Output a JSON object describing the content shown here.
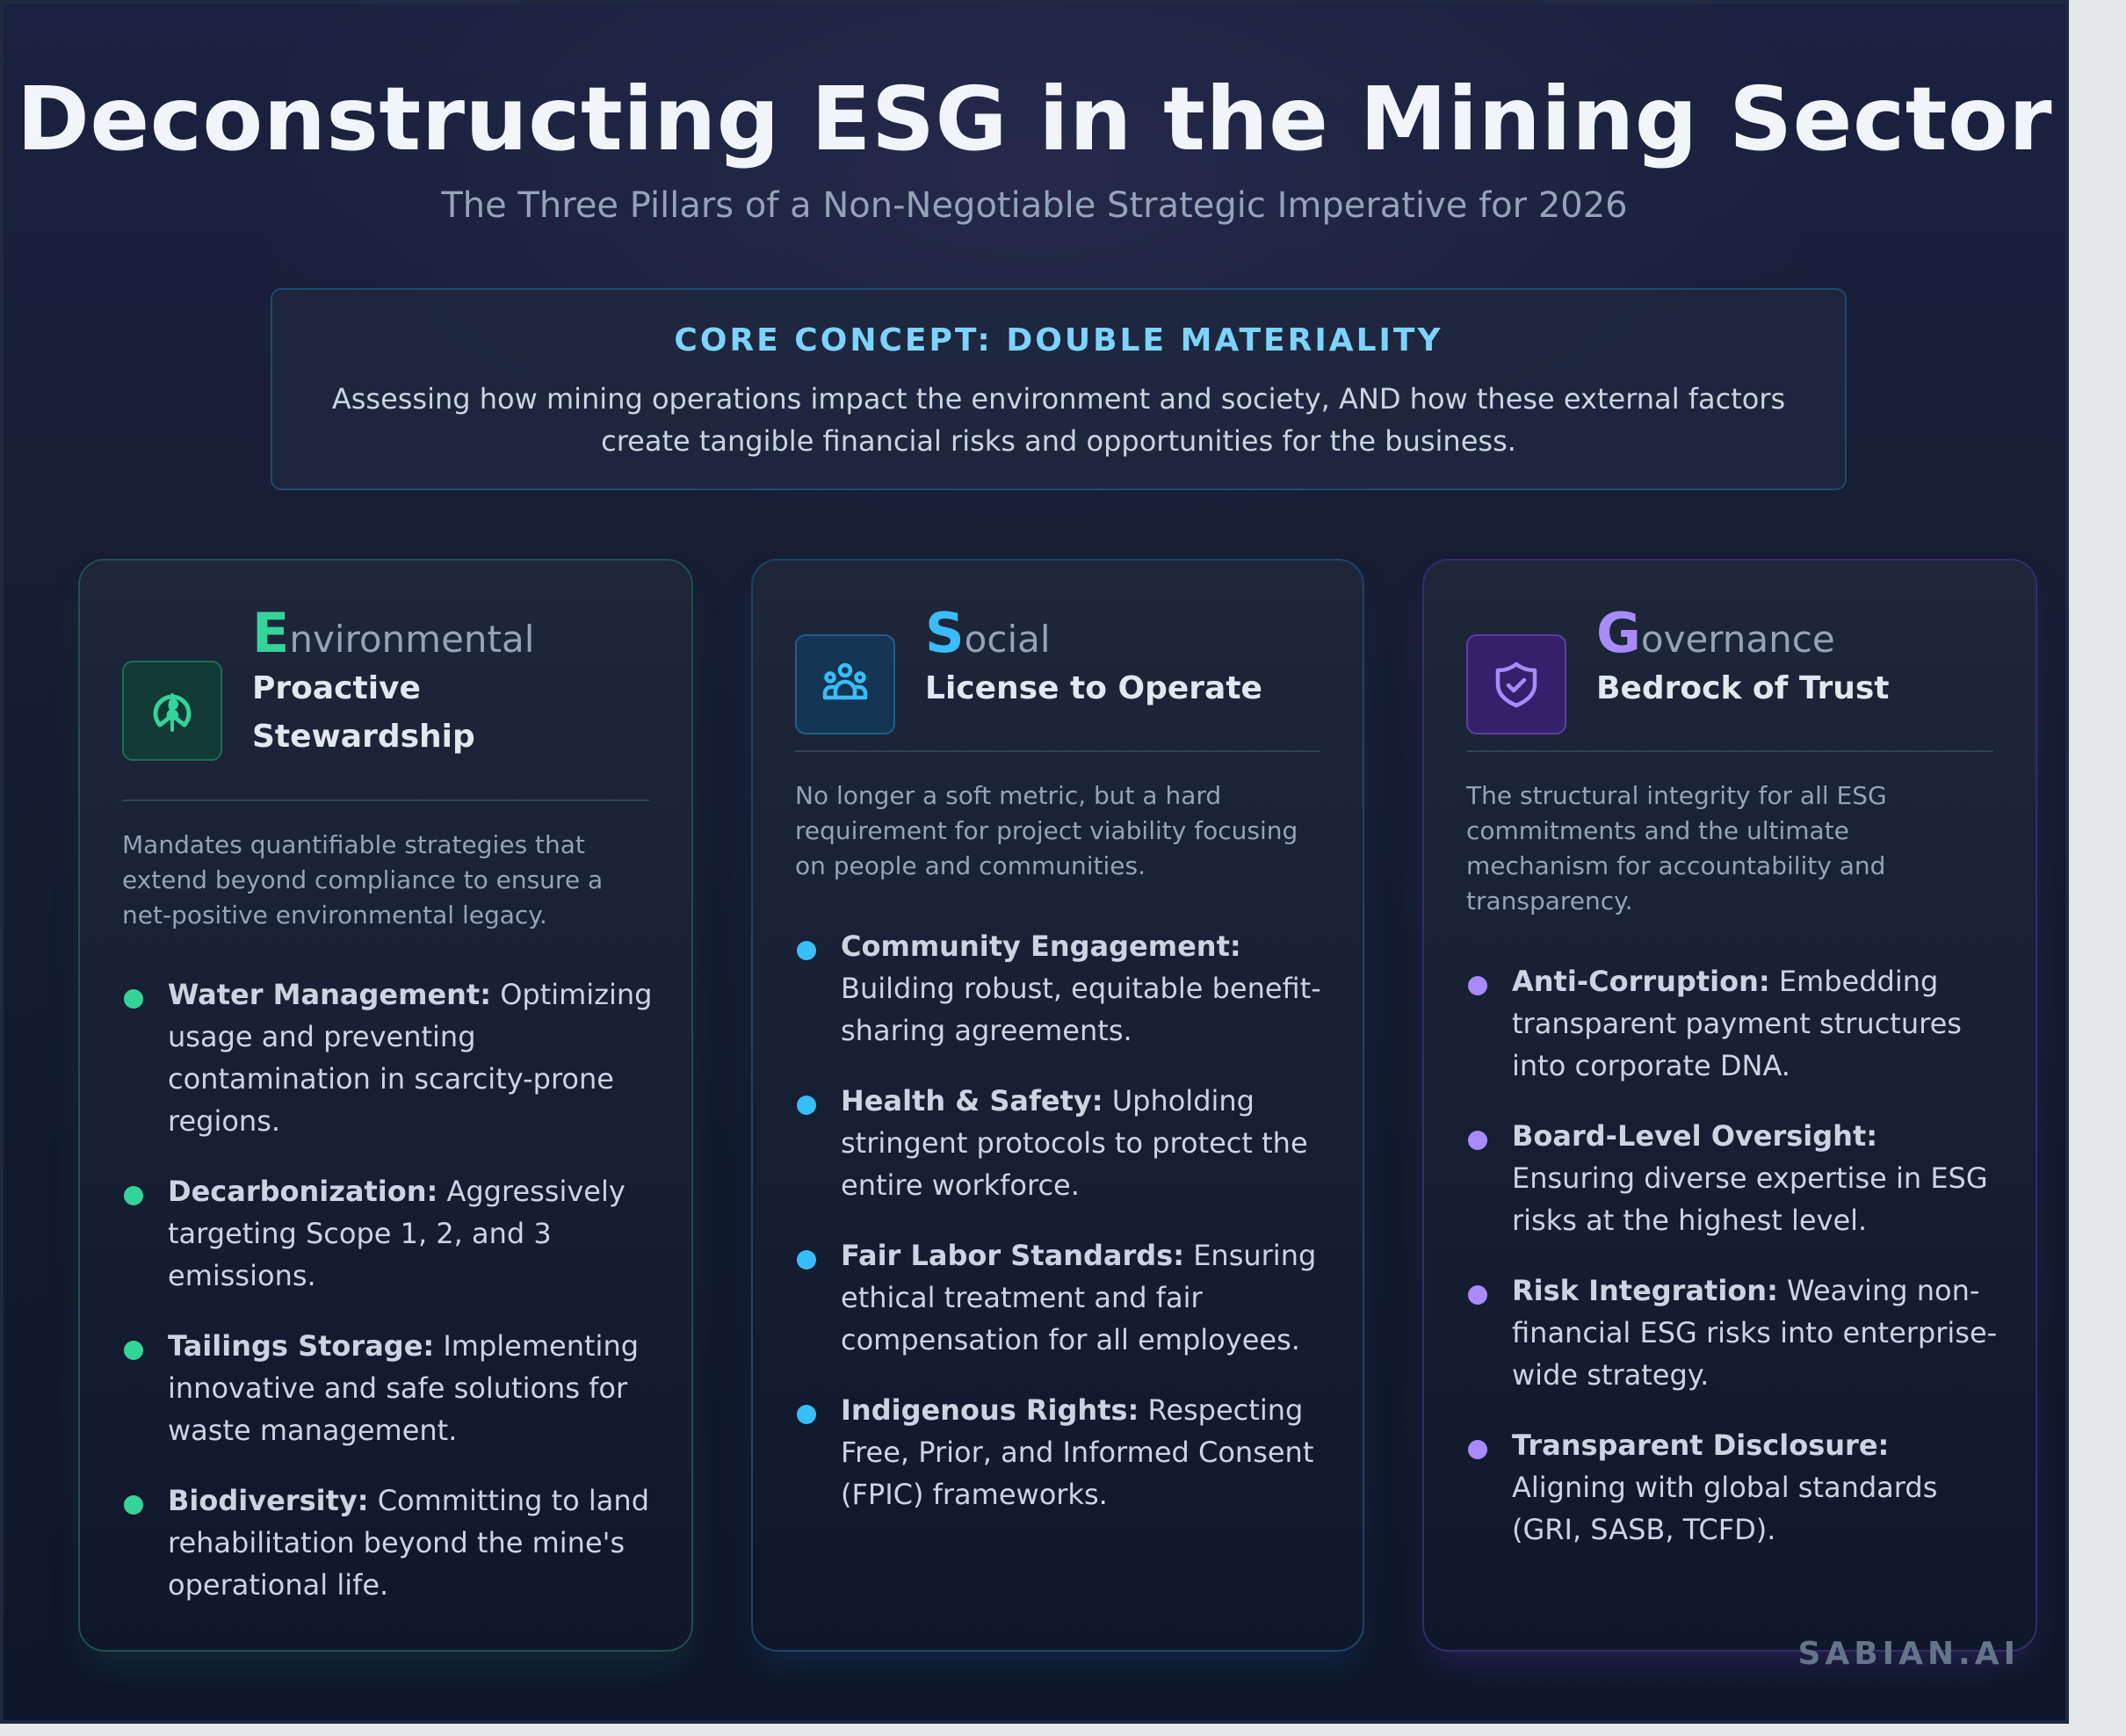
{
  "header": {
    "title": "Deconstructing ESG in the Mining Sector",
    "subtitle": "The Three Pillars of a Non-Negotiable Strategic Imperative for 2026"
  },
  "core_concept": {
    "label": "CORE CONCEPT: DOUBLE MATERIALITY",
    "text": "Assessing how mining operations impact the environment and society, AND how these external factors create tangible financial risks and opportunities for the business."
  },
  "pillars": [
    {
      "key": "environmental",
      "icon": "leaf-circle-icon",
      "color": "#34d399",
      "initial": "E",
      "rest": "nvironmental",
      "subtitle": "Proactive Stewardship",
      "description": "Mandates quantifiable strategies that extend beyond compliance to ensure a net-positive environmental legacy.",
      "items": [
        {
          "term": "Water Management:",
          "text": " Optimizing usage and preventing contamination in scarcity-prone regions."
        },
        {
          "term": "Decarbonization:",
          "text": " Aggressively targeting Scope 1, 2, and 3 emissions."
        },
        {
          "term": "Tailings Storage:",
          "text": " Implementing innovative and safe solutions for waste management."
        },
        {
          "term": "Biodiversity:",
          "text": " Committing to land rehabilitation beyond the mine's operational life."
        }
      ]
    },
    {
      "key": "social",
      "icon": "people-group-icon",
      "color": "#38bdf8",
      "initial": "S",
      "rest": "ocial",
      "subtitle": "License to Operate",
      "description": "No longer a soft metric, but a hard requirement for project viability focusing on people and communities.",
      "items": [
        {
          "term": "Community Engagement:",
          "text": " Building robust, equitable benefit-sharing agreements."
        },
        {
          "term": "Health & Safety:",
          "text": " Upholding stringent protocols to protect the entire workforce."
        },
        {
          "term": "Fair Labor Standards:",
          "text": " Ensuring ethical treatment and fair compensation for all employees."
        },
        {
          "term": "Indigenous Rights:",
          "text": " Respecting Free, Prior, and Informed Consent (FPIC) frameworks."
        }
      ]
    },
    {
      "key": "governance",
      "icon": "shield-check-icon",
      "color": "#a78bfa",
      "initial": "G",
      "rest": "overnance",
      "subtitle": "Bedrock of Trust",
      "description": "The structural integrity for all ESG commitments and the ultimate mechanism for accountability and transparency.",
      "items": [
        {
          "term": "Anti-Corruption:",
          "text": " Embedding transparent payment structures into corporate DNA."
        },
        {
          "term": "Board-Level Oversight:",
          "text": " Ensuring diverse expertise in ESG risks at the highest level."
        },
        {
          "term": "Risk Integration:",
          "text": " Weaving non-financial ESG risks into enterprise-wide strategy."
        },
        {
          "term": "Transparent Disclosure:",
          "text": " Aligning with global standards (GRI, SASB, TCFD)."
        }
      ]
    }
  ],
  "footer": {
    "brand": "SABIAN.AI"
  }
}
